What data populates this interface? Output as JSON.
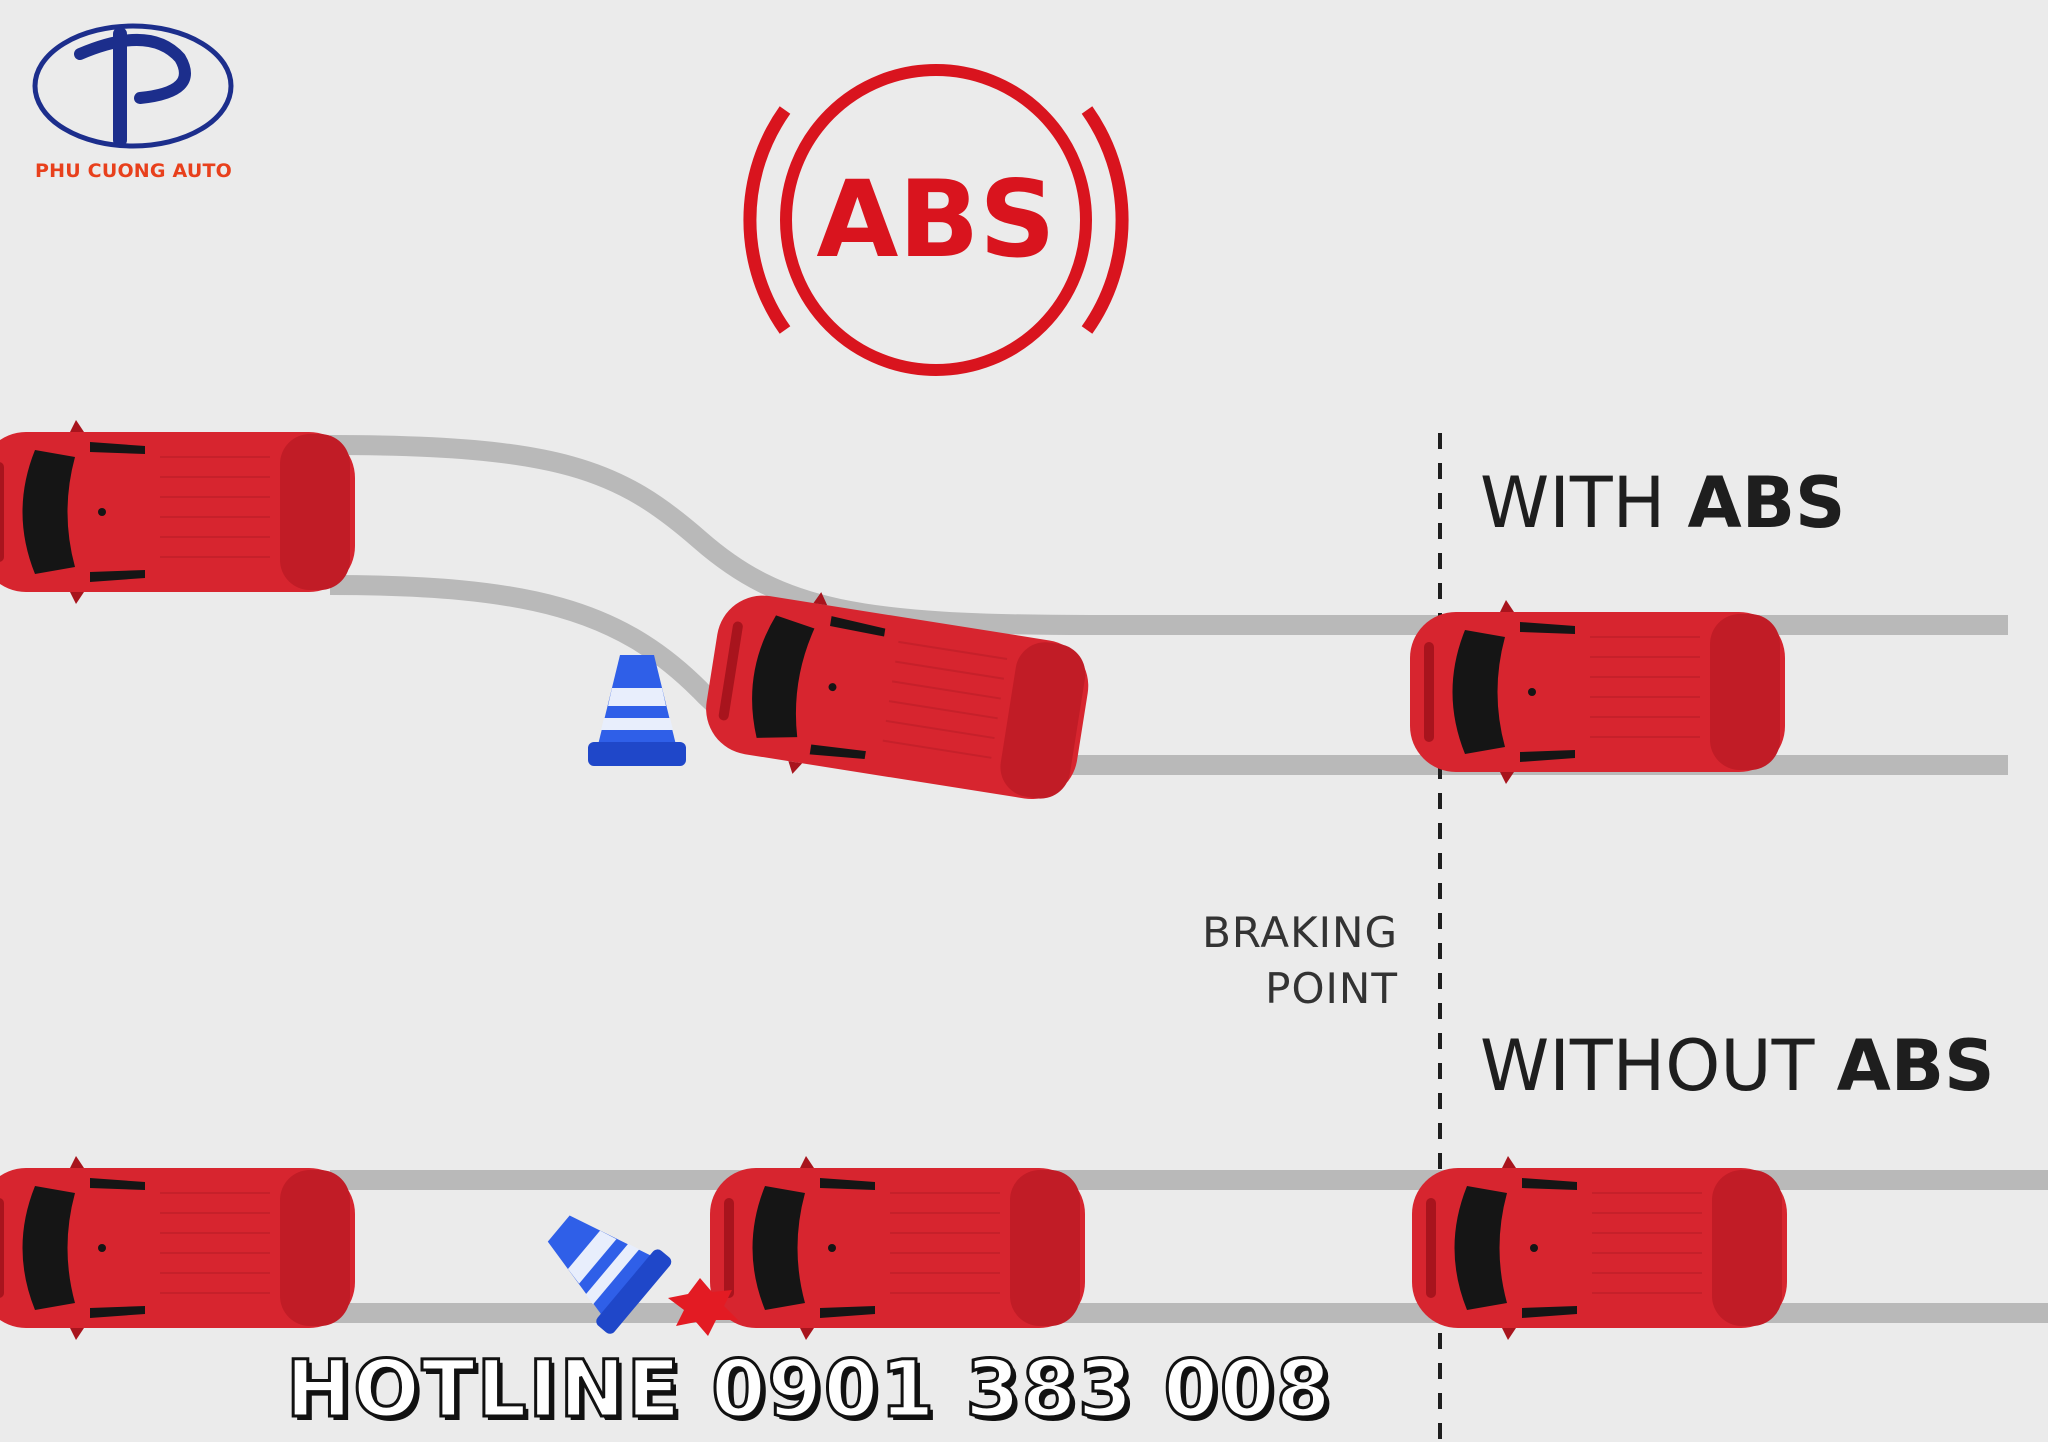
{
  "brand": {
    "name": "PHU CUONG AUTO",
    "color": "#e8401c",
    "logo_color": "#1c2e8c"
  },
  "abs_icon": {
    "text": "ABS",
    "color": "#d9141e"
  },
  "with_abs": {
    "prefix": "WITH ",
    "strong": "ABS"
  },
  "without_abs": {
    "prefix": "WITHOUT ",
    "strong": "ABS"
  },
  "braking_point": {
    "line1": "BRAKING",
    "line2": "POINT"
  },
  "hotline": {
    "text": "HOTLINE 0901 383 008"
  },
  "colors": {
    "car": "#d7252f",
    "car_dark": "#a8141d",
    "glass": "#151515",
    "track": "#b9b9b9",
    "cone": "#2f5fe8",
    "crash": "#e31b23"
  }
}
